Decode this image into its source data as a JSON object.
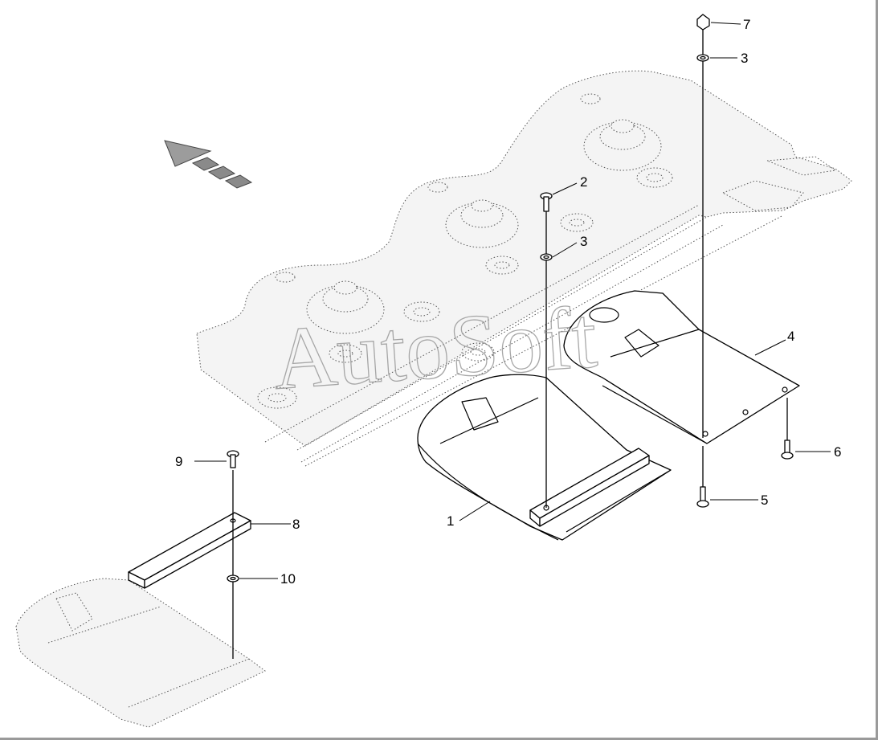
{
  "watermark": "AutoSoft",
  "callouts": {
    "c1": "1",
    "c2": "2",
    "c3a": "3",
    "c3b": "3",
    "c4": "4",
    "c5": "5",
    "c6": "6",
    "c7": "7",
    "c8": "8",
    "c9": "9",
    "c10": "10"
  },
  "direction_arrow": "travel-direction-arrow-icon"
}
